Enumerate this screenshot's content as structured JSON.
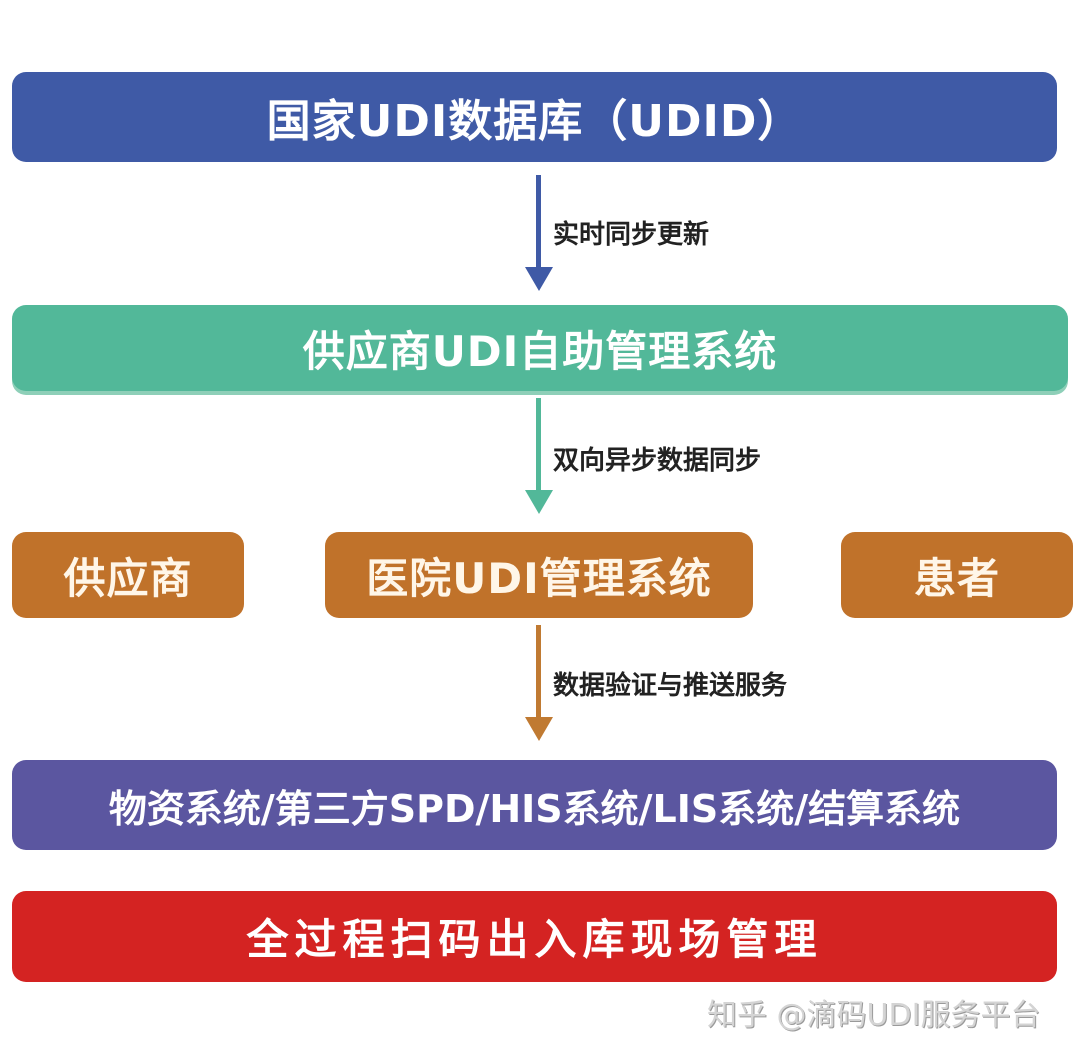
{
  "diagram": {
    "type": "flowchart",
    "nodes": [
      {
        "id": "udid",
        "label": "国家UDI数据库（UDID）",
        "color": "#3F5AA6"
      },
      {
        "id": "supplier_system",
        "label": "供应商UDI自助管理系统",
        "color": "#52B899"
      },
      {
        "id": "supplier",
        "label": "供应商",
        "color": "#C0722A"
      },
      {
        "id": "hospital_system",
        "label": "医院UDI管理系统",
        "color": "#C0722A"
      },
      {
        "id": "patient",
        "label": "患者",
        "color": "#C0722A"
      },
      {
        "id": "downstream_systems",
        "label": "物资系统/第三方SPD/HIS系统/LIS系统/结算系统",
        "color": "#5B56A0"
      },
      {
        "id": "scan_management",
        "label": "全过程扫码出入库现场管理",
        "color": "#D42322"
      }
    ],
    "edges": [
      {
        "from": "udid",
        "to": "supplier_system",
        "label": "实时同步更新",
        "color": "#3F5AA6"
      },
      {
        "from": "supplier_system",
        "to": "hospital_system",
        "label": "双向异步数据同步",
        "color": "#52B899"
      },
      {
        "from": "hospital_system",
        "to": "downstream_systems",
        "label": "数据验证与推送服务",
        "color": "#C07A32"
      }
    ]
  },
  "watermark": "知乎 @滴码UDI服务平台"
}
